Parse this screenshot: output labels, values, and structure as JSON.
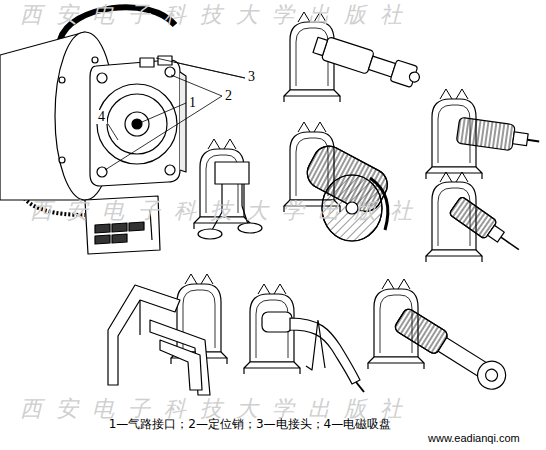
{
  "diagram": {
    "caption": "1—气路接口；2—定位销；3—电接头；4—电磁吸盘",
    "labels": [
      "1",
      "2",
      "3",
      "4",
      "西安电子科技大学出版社",
      "西安电子科技大学出版社",
      "西安电子科技大学出版社",
      "www.eadianqi.com"
    ]
  }
}
